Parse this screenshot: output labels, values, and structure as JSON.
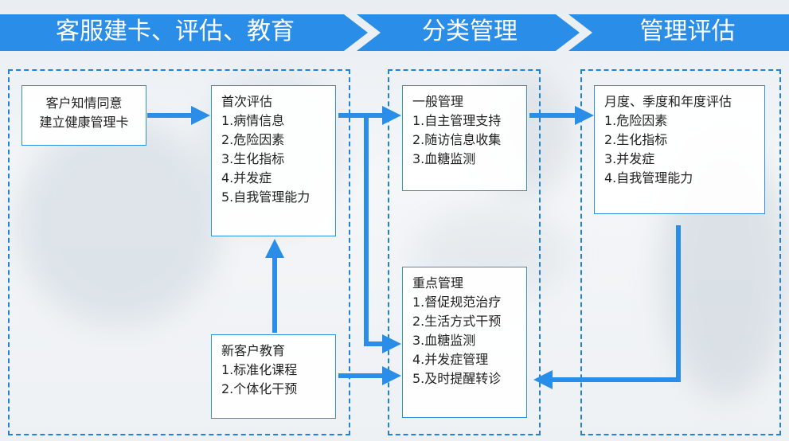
{
  "header": {
    "stage1": "客服建卡、评估、教育",
    "stage2": "分类管理",
    "stage3": "管理评估",
    "color": "#2a8ee8"
  },
  "boxes": {
    "consent": {
      "lines": [
        "客户知情同意",
        "建立健康管理卡"
      ]
    },
    "first_eval": {
      "title": "首次评估",
      "items": [
        "1.病情信息",
        "2.危险因素",
        "3.生化指标",
        "4.并发症",
        "5.自我管理能力"
      ]
    },
    "education": {
      "title": "新客户教育",
      "items": [
        "1.标准化课程",
        "2.个体化干预"
      ]
    },
    "general": {
      "title": "一般管理",
      "items": [
        "1.自主管理支持",
        "2.随访信息收集",
        "3.血糖监测"
      ]
    },
    "key": {
      "title": "重点管理",
      "items": [
        "1.督促规范治疗",
        "2.生活方式干预",
        "3.血糖监测",
        "4.并发症管理",
        "5.及时提醒转诊"
      ]
    },
    "periodic": {
      "title": "月度、季度和年度评估",
      "items": [
        "1.危险因素",
        "2.生化指标",
        "3.并发症",
        "4.自我管理能力"
      ]
    }
  },
  "colors": {
    "arrow": "#2a8ee8",
    "border": "#1e82e0"
  }
}
